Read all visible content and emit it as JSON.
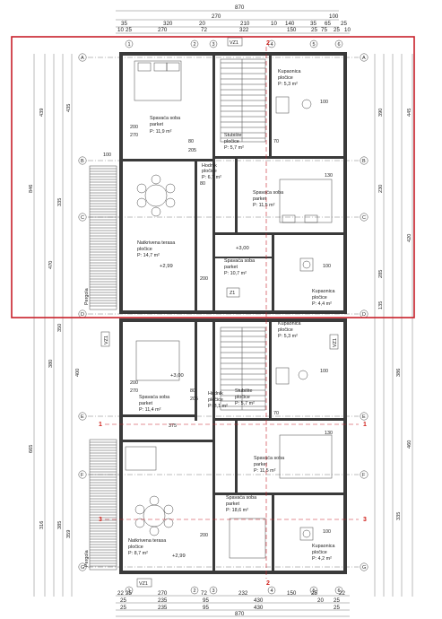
{
  "top_dims": {
    "overall": "870",
    "row2": [
      "270",
      "100"
    ],
    "row3": [
      "35",
      "320",
      "20",
      "210",
      "10",
      "140",
      "35",
      "65",
      "25"
    ],
    "row4": [
      "10",
      "25",
      "270",
      "72",
      "322",
      "150",
      "25",
      "75",
      "25",
      "10"
    ]
  },
  "bottom_dims": {
    "row1": [
      "22",
      "25",
      "270",
      "72",
      "232",
      "150",
      "25",
      "22"
    ],
    "row2": [
      "25",
      "235",
      "95",
      "430",
      "20",
      "25"
    ],
    "row3": [
      "25",
      "235",
      "95",
      "430",
      "25"
    ],
    "overall": "870"
  },
  "axes": [
    "A",
    "B",
    "C",
    "D",
    "E",
    "F",
    "G"
  ],
  "cols": [
    "1",
    "2",
    "3",
    "4",
    "5",
    "6"
  ],
  "section_marks": [
    "1",
    "1",
    "2",
    "2",
    "3",
    "3"
  ],
  "viz": [
    "VZ1",
    "VZ1",
    "VZ1",
    "VZ1"
  ],
  "left_dims_outer": [
    "846",
    "665"
  ],
  "left_dims_mid": [
    "439",
    "470",
    "316",
    "335",
    "380",
    "359"
  ],
  "left_dims_inner": [
    "435",
    "350",
    "400",
    "385"
  ],
  "right_dims_outer": [
    "445",
    "420",
    "460",
    "386",
    "335"
  ],
  "right_dims_inner": [
    "390",
    "230",
    "285",
    "135"
  ],
  "upper": {
    "rooms": [
      {
        "name": "Spavaća soba",
        "floor": "parket",
        "area": "P: 11,9 m²"
      },
      {
        "name": "Kupaonica",
        "floor": "pločice",
        "area": "P: 5,3 m²"
      },
      {
        "name": "Stubište",
        "floor": "pločice",
        "area": "P: 5,7 m²"
      },
      {
        "name": "Hodnik",
        "floor": "pločice",
        "area": "P: 6,7 m²"
      },
      {
        "name": "Spavaća soba",
        "floor": "parket",
        "area": "P: 11,5 m²"
      },
      {
        "name": "Natkrivena terasa",
        "floor": "pločice",
        "area": "P: 14,7 m²"
      },
      {
        "name": "Spavaća soba",
        "floor": "parket",
        "area": "P: 10,7 m²"
      },
      {
        "name": "Kupaonica",
        "floor": "pločice",
        "area": "P: 4,4 m²"
      }
    ],
    "levels": [
      "+3,00",
      "+2,99"
    ],
    "z1": "Z1"
  },
  "lower": {
    "rooms": [
      {
        "name": "Kupaonica",
        "floor": "pločice",
        "area": "P: 5,3 m²"
      },
      {
        "name": "Spavaća soba",
        "floor": "parket",
        "area": "P: 11,4 m²"
      },
      {
        "name": "Hodnik",
        "floor": "pločice",
        "area": "P: 3,1 m²"
      },
      {
        "name": "Stubište",
        "floor": "pločice",
        "area": "P: 5,7 m²"
      },
      {
        "name": "Spavaća soba",
        "floor": "parket",
        "area": "P: 11,5 m²"
      },
      {
        "name": "Spavaća soba",
        "floor": "parket",
        "area": "P: 18,6 m²"
      },
      {
        "name": "Natkrivena terasa",
        "floor": "pločice",
        "area": "P: 8,7 m²"
      },
      {
        "name": "Kupaonica",
        "floor": "pločice",
        "area": "P: 4,2 m²"
      }
    ],
    "levels": [
      "+3,00",
      "+2,99"
    ]
  },
  "door_labels": [
    "200",
    "270",
    "80",
    "205",
    "100",
    "70",
    "130",
    "85",
    "375"
  ],
  "pergola": "Pergola",
  "colors": {
    "highlight": "#c8202a",
    "wall": "#3a3a3a"
  }
}
